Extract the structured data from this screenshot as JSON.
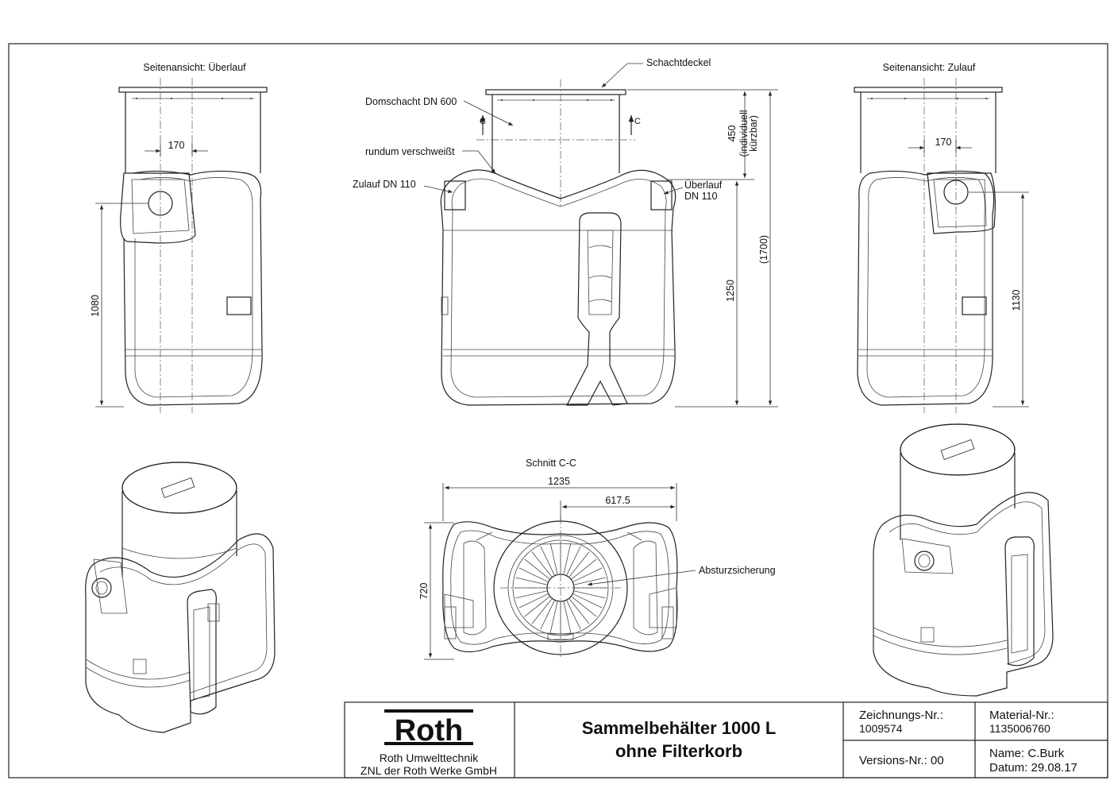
{
  "views": {
    "left_title": "Seitenansicht: Überlauf",
    "right_title": "Seitenansicht: Zulauf",
    "section_title": "Schnitt C-C",
    "section_marker": "C"
  },
  "labels": {
    "schachtdeckel": "Schachtdeckel",
    "domschacht": "Domschacht DN 600",
    "verschweisst": "rundum verschweißt",
    "zulauf": "Zulauf DN 110",
    "ueberlauf_1": "Überlauf",
    "ueberlauf_2": "DN 110",
    "absturz": "Absturzsicherung"
  },
  "dimensions": {
    "left_170": "170",
    "left_1080": "1080",
    "right_170": "170",
    "right_1130": "1130",
    "front_450": "450",
    "front_indiv_1": "(individuell",
    "front_indiv_2": "kürzbar)",
    "front_1250": "1250",
    "front_1700": "(1700)",
    "sec_1235": "1235",
    "sec_617": "617.5",
    "sec_720": "720"
  },
  "title_block": {
    "logo": "Roth",
    "company_1": "Roth Umwelttechnik",
    "company_2": "ZNL der Roth Werke GmbH",
    "title_1": "Sammelbehälter 1000 L",
    "title_2": "ohne Filterkorb",
    "drawing_no_label": "Zeichnungs-Nr.:",
    "drawing_no": "1009574",
    "material_no_label": "Material-Nr.:",
    "material_no": "1135006760",
    "version_label": "Versions-Nr.: 00",
    "name": "Name: C.Burk",
    "date": "Datum: 29.08.17"
  }
}
